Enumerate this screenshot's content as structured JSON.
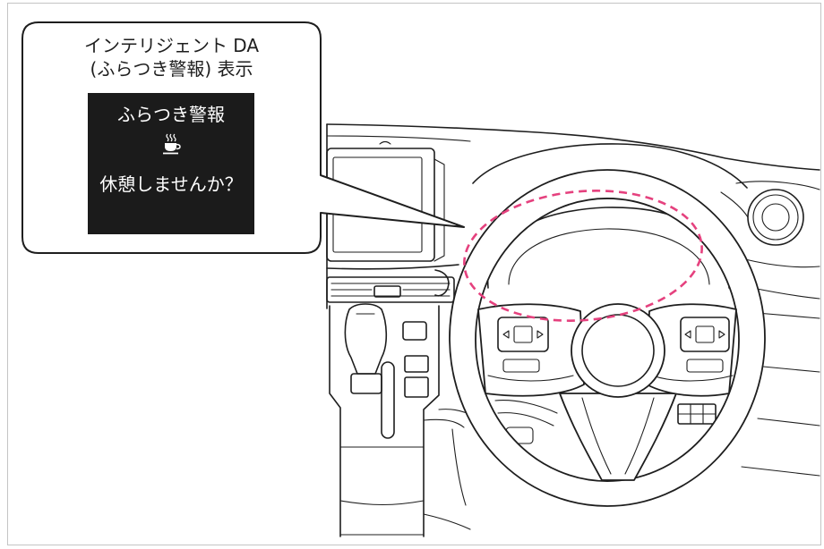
{
  "callout": {
    "title_line1": "インテリジェント DA",
    "title_line2": "(ふらつき警報) 表示",
    "display": {
      "heading": "ふらつき警報",
      "icon": "coffee-cup-icon",
      "message": "休憩しませんか？"
    }
  },
  "colors": {
    "line": "#1e1e1e",
    "highlight": "#e5417e",
    "display_bg": "#1b1b1b",
    "display_text": "#ffffff",
    "frame": "#c4c4c4",
    "paper": "#ffffff"
  }
}
